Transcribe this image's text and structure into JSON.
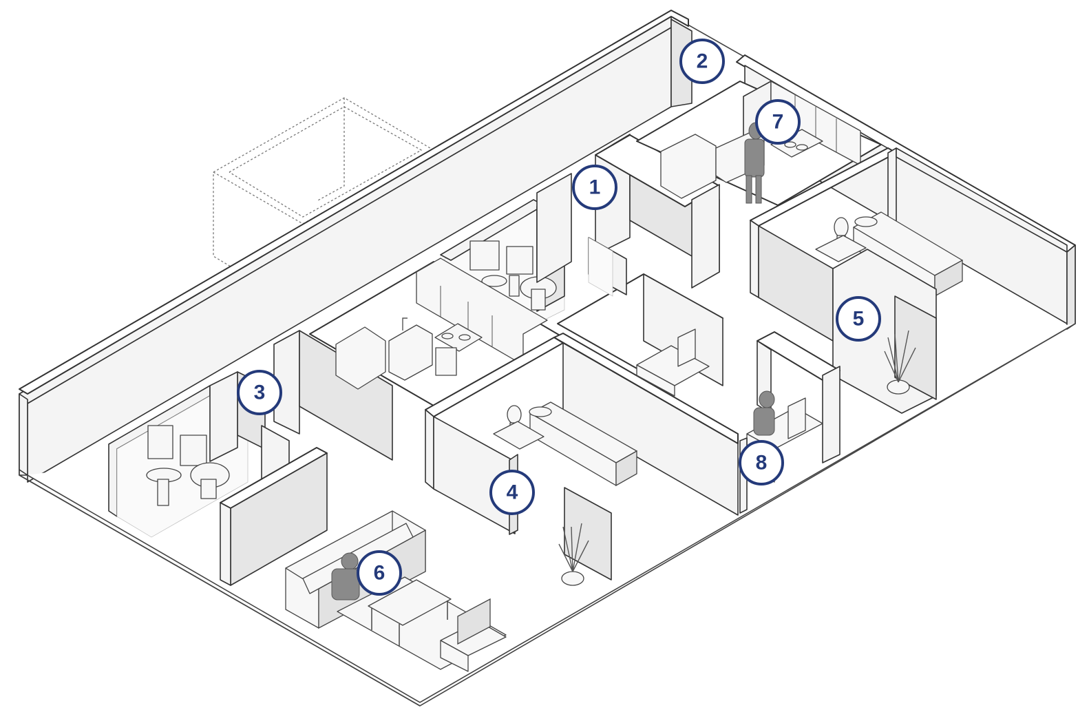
{
  "markers": [
    {
      "id": "marker-1",
      "label": "1"
    },
    {
      "id": "marker-2",
      "label": "2"
    },
    {
      "id": "marker-3",
      "label": "3"
    },
    {
      "id": "marker-4",
      "label": "4"
    },
    {
      "id": "marker-5",
      "label": "5"
    },
    {
      "id": "marker-6",
      "label": "6"
    },
    {
      "id": "marker-7",
      "label": "7"
    },
    {
      "id": "marker-8",
      "label": "8"
    }
  ],
  "colors": {
    "marker": "#243a7a",
    "walls": "#333333",
    "person": "#8a8a8a",
    "background": "#ffffff"
  },
  "icons": [
    "bed-icon",
    "lamp-icon",
    "toilet-icon",
    "sink-icon",
    "stove-icon",
    "sofa-icon",
    "tv-icon",
    "plant-icon",
    "monitor-icon",
    "person-icon"
  ]
}
